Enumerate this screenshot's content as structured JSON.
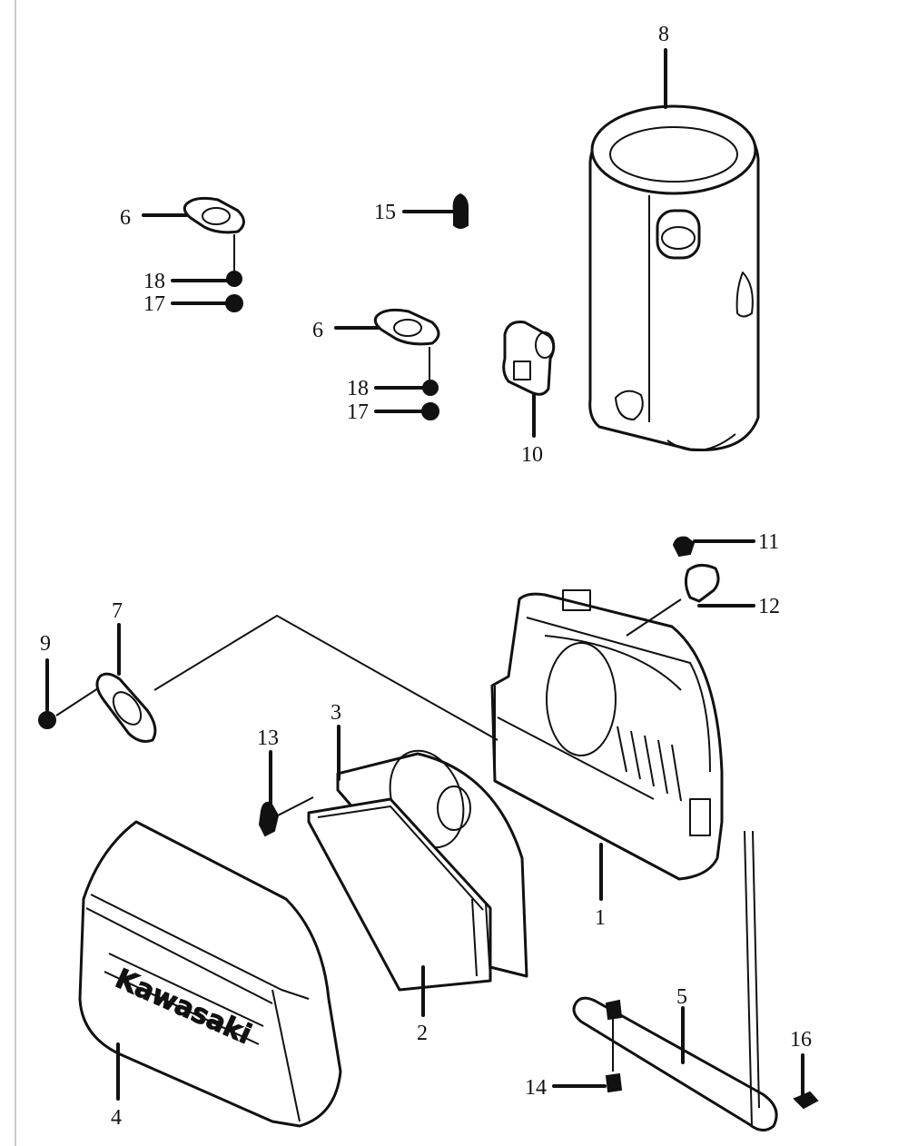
{
  "callouts": {
    "c1": "1",
    "c2": "2",
    "c3": "3",
    "c4": "4",
    "c5": "5",
    "c6a": "6",
    "c6b": "6",
    "c7": "7",
    "c8": "8",
    "c9": "9",
    "c10": "10",
    "c11": "11",
    "c12": "12",
    "c13": "13",
    "c14": "14",
    "c15": "15",
    "c16": "16",
    "c17a": "17",
    "c17b": "17",
    "c18a": "18",
    "c18b": "18"
  },
  "cover_logo": "Kawasaki"
}
